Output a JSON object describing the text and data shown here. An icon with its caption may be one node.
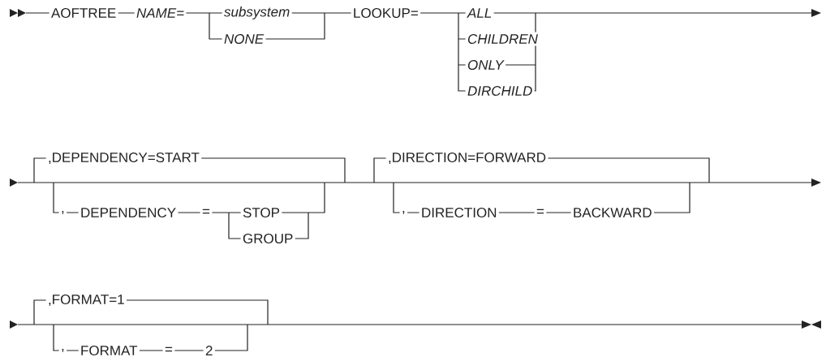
{
  "diagram": {
    "labels": [
      "AOFTREE",
      "NAME=",
      "subsystem",
      "NONE",
      "LOOKUP=",
      "ALL",
      "CHILDREN",
      "ONLY",
      "DIRCHILD",
      ",DEPENDENCY=START",
      ",",
      "DEPENDENCY",
      "=",
      "STOP",
      "GROUP",
      ",DIRECTION=FORWARD",
      ",",
      "DIRECTION",
      "=",
      "BACKWARD",
      ",FORMAT=1",
      ",",
      "FORMAT",
      "=",
      "2"
    ]
  }
}
